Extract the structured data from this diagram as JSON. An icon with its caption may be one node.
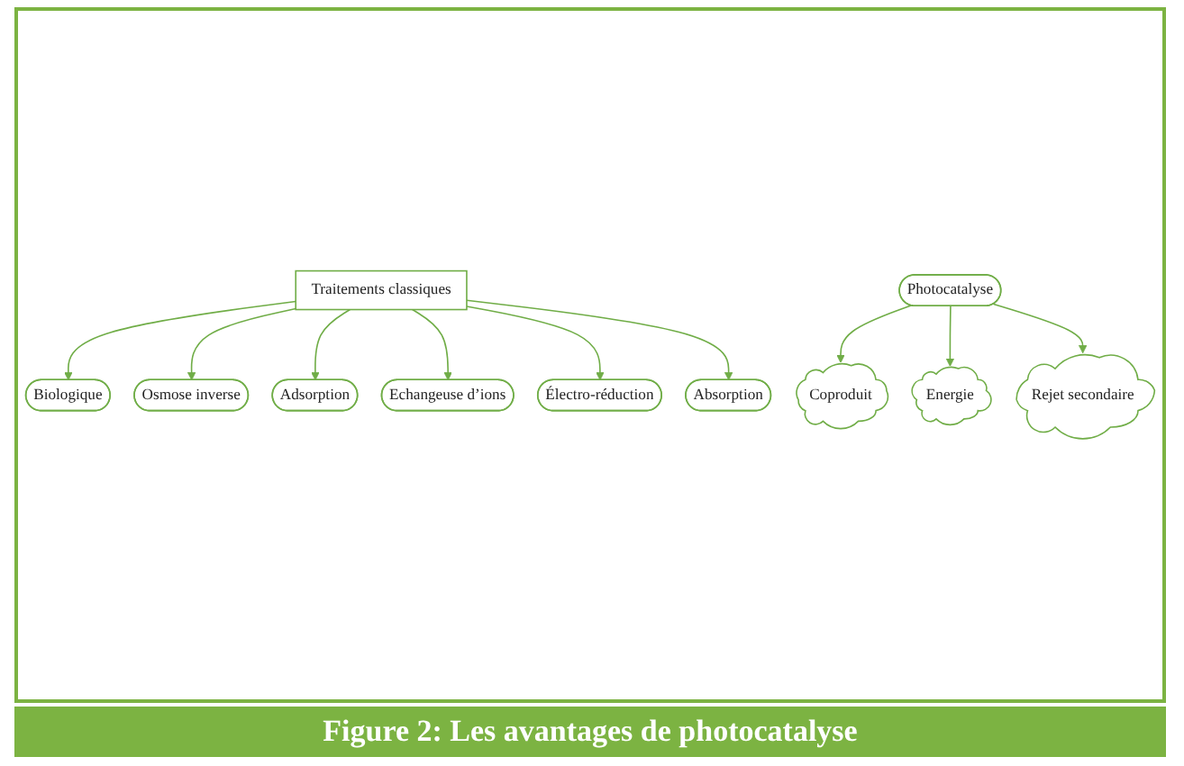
{
  "diagram": {
    "caption": "Figure 2: Les avantages de photocatalyse",
    "nodes": [
      {
        "text": [
          "Traitements classiques"
        ]
      },
      {
        "text": [
          "Biologique"
        ]
      },
      {
        "text": [
          "Osmose inverse"
        ]
      },
      {
        "text": [
          "Adsorption"
        ]
      },
      {
        "text": [
          "Echangeuse d’ions"
        ]
      },
      {
        "text": [
          "Électro-réduction"
        ]
      },
      {
        "text": [
          "Absorption"
        ]
      },
      {
        "text": [
          "Coproduit"
        ]
      },
      {
        "text": [
          "Energie"
        ]
      },
      {
        "text": [
          "Rejet secondaire"
        ]
      },
      {
        "text": [
          "Photocatalyse"
        ]
      }
    ],
    "edges": [
      {
        "from": 0,
        "to": 1,
        "arrow": "to"
      },
      {
        "from": 0,
        "to": 2,
        "arrow": "to"
      },
      {
        "from": 0,
        "to": 3,
        "arrow": "to"
      },
      {
        "from": 0,
        "to": 4,
        "arrow": "to"
      },
      {
        "from": 0,
        "to": 5,
        "arrow": "to"
      },
      {
        "from": 0,
        "to": 6,
        "arrow": "to"
      },
      {
        "from": 10,
        "to": 7,
        "arrow": "to"
      },
      {
        "from": 10,
        "to": 8,
        "arrow": "to"
      },
      {
        "from": 10,
        "to": 9,
        "arrow": "to"
      }
    ]
  }
}
